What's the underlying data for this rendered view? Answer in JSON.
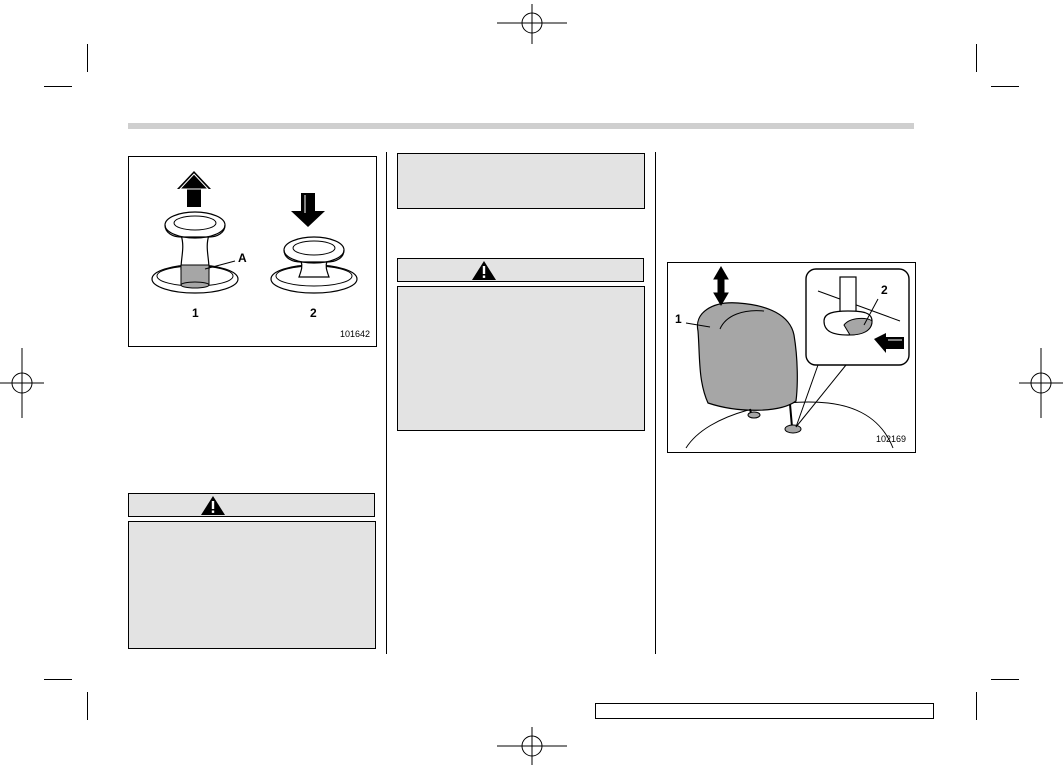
{
  "figure_left": {
    "code": "101642",
    "callout_a": "A",
    "item_1": "1",
    "item_2": "2",
    "arrow_up_icon": "arrow-up",
    "arrow_down_icon": "arrow-down"
  },
  "figure_right": {
    "code": "102169",
    "item_1": "1",
    "item_2": "2",
    "arrow_updown_icon": "arrow-up-down",
    "arrow_press_icon": "arrow-press"
  },
  "warning_icon": "warning-triangle-icon",
  "colors": {
    "header_bar": "#cfcfcf",
    "panel_grey": "#e3e3e3"
  }
}
